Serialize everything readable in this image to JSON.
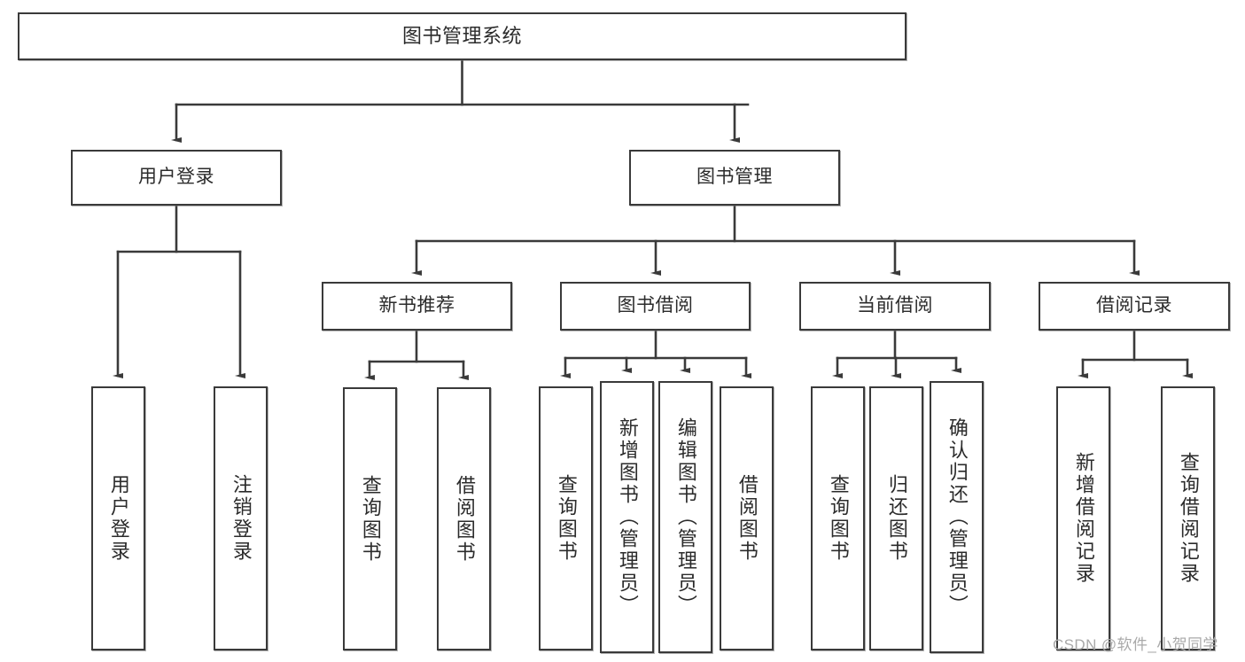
{
  "diagram": {
    "title": "图书管理系统",
    "type": "tree-hierarchy-diagram",
    "watermark": "CSDN @软件_小贺同学",
    "colors": {
      "background": "#ffffff",
      "box_border": "#3a3a3a",
      "box_fill": "#ffffff",
      "edge": "#3a3a3a",
      "text": "#2b2b2b",
      "watermark": "#a9a9a9"
    },
    "nodes": {
      "root": {
        "label": "图书管理系统"
      },
      "level2": [
        {
          "id": "user-login",
          "label": "用户登录"
        },
        {
          "id": "book-manage",
          "label": "图书管理"
        }
      ],
      "level3": [
        {
          "id": "new-book-recommend",
          "label": "新书推荐"
        },
        {
          "id": "book-borrow",
          "label": "图书借阅"
        },
        {
          "id": "current-borrow",
          "label": "当前借阅"
        },
        {
          "id": "borrow-record",
          "label": "借阅记录"
        }
      ],
      "leaves": {
        "user-login": [
          {
            "id": "leaf-user-login",
            "label": "用户登录"
          },
          {
            "id": "leaf-logout-login",
            "label": "注销登录"
          }
        ],
        "new-book-recommend": [
          {
            "id": "leaf-query-book-1",
            "label": "查询图书"
          },
          {
            "id": "leaf-borrow-book-1",
            "label": "借阅图书"
          }
        ],
        "book-borrow": [
          {
            "id": "leaf-query-book-2",
            "label": "查询图书"
          },
          {
            "id": "leaf-add-book",
            "label": "新增图书（管理员）"
          },
          {
            "id": "leaf-edit-book",
            "label": "编辑图书（管理员）"
          },
          {
            "id": "leaf-borrow-book-2",
            "label": "借阅图书"
          }
        ],
        "current-borrow": [
          {
            "id": "leaf-query-book-3",
            "label": "查询图书"
          },
          {
            "id": "leaf-return-book",
            "label": "归还图书"
          },
          {
            "id": "leaf-confirm-return",
            "label": "确认归还（管理员）"
          }
        ],
        "borrow-record": [
          {
            "id": "leaf-add-record",
            "label": "新增借阅记录"
          },
          {
            "id": "leaf-query-record",
            "label": "查询借阅记录"
          }
        ]
      }
    }
  }
}
